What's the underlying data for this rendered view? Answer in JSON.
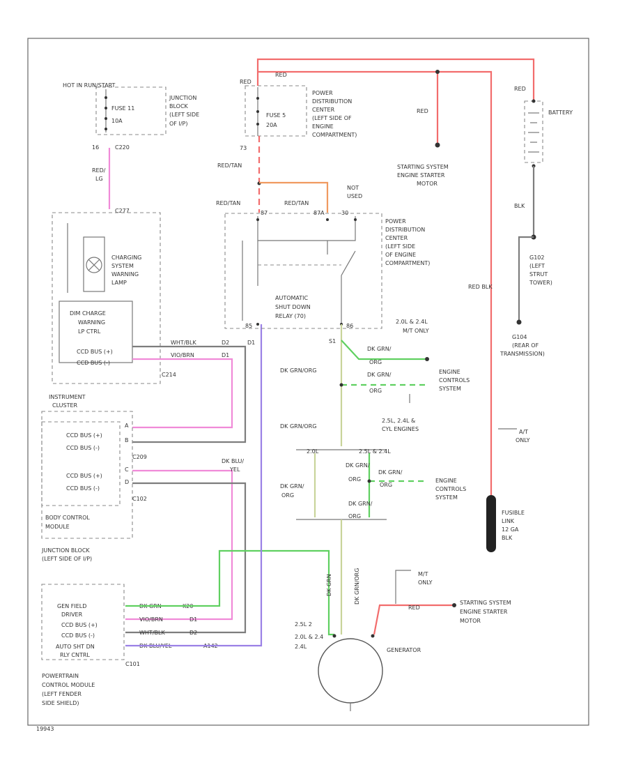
{
  "colors": {
    "red": "#f26c6c",
    "pink": "#f08ad8",
    "violet": "#9a80e6",
    "green": "#5fd060",
    "olive": "#c8d49a",
    "orange": "#f09a60",
    "gray": "#7d7d7d",
    "black": "#222222"
  },
  "labels": {
    "hot_at_all_times": "HOT IN RUN/START",
    "fuse11_a": "FUSE 11",
    "fuse11_b": "10A",
    "jb_title_1": "JUNCTION",
    "jb_title_2": "BLOCK",
    "jb_title_3": "(LEFT SIDE",
    "jb_title_4": "OF I/P)",
    "c220_left": "16",
    "c220": "C220",
    "red_lg_1": "RED/",
    "red_lg_2": "LG",
    "c277": "C277",
    "warning_lamp_1": "CHARGING",
    "warning_lamp_2": "SYSTEM",
    "warning_lamp_3": "WARNING",
    "warning_lamp_4": "LAMP",
    "charge_ctrl_1": "DIM  CHARGE",
    "charge_ctrl_2": "WARNING",
    "charge_ctrl_3": "LP CTRL",
    "ccd_bus_pos": "CCD BUS (+)",
    "ccd_bus_neg": "CCD BUS (-)",
    "c214": "C214",
    "wht_blk_2": "WHT/BLK",
    "wht_blk_2_num": "D2",
    "vio_brn": "VIO/BRN",
    "vio_brn_num": "D1",
    "d1_tap": "D1",
    "ic_1": "INSTRUMENT",
    "ic_2": "CLUSTER",
    "cluster_ccd_pos": "CCD BUS (+)",
    "cluster_ccd_neg": "CCD BUS (-)",
    "c209": "C209",
    "bcm_ccd_pos": "CCD BUS (+)",
    "bcm_ccd_neg": "CCD BUS (-)",
    "c102": "C102",
    "bcm_1": "BODY CONTROL",
    "bcm_2": "MODULE",
    "jb2_1": "JUNCTION BLOCK",
    "jb2_2": "(LEFT SIDE OF I/P)",
    "pin_a": "A",
    "pin_b": "B",
    "pin_c": "C",
    "pin_d": "D",
    "dk_blu_1": "DK BLU/",
    "dk_blu_2": "YEL",
    "fuse5_ab": "FUSE 5",
    "fuse5_b": "20A",
    "red_top": "RED",
    "red_pdc": "RED",
    "pdc1_1": "POWER",
    "pdc1_2": "DISTRIBUTION",
    "pdc1_3": "CENTER",
    "pdc1_4": "(LEFT SIDE OF",
    "pdc1_5": "ENGINE",
    "pdc1_6": "COMPARTMENT)",
    "pin_73": "73",
    "red_tan_1": "RED/TAN",
    "red_tan_2": "RED/TAN",
    "red_tan_3": "RED/TAN",
    "pin_87": "87",
    "pin_87a": "87A",
    "pin_30": "30",
    "pin_85": "85",
    "pin_86": "86",
    "not_used_1": "NOT",
    "not_used_2": "USED",
    "pdc2_1": "POWER",
    "pdc2_2": "DISTRIBUTION",
    "pdc2_3": "CENTER",
    "pdc2_4": "(LEFT SIDE",
    "pdc2_5": "OF ENGINE",
    "pdc2_6": "COMPARTMENT)",
    "asd_1": "AUTOMATIC",
    "asd_2": "SHUT DOWN",
    "asd_3": "RELAY  (70)",
    "red_starter": "RED",
    "starter1_1": "STARTING SYSTEM",
    "starter1_2": "ENGINE STARTER",
    "starter1_3": "MOTOR",
    "red_batt": "RED",
    "battery": "BATTERY",
    "blk": "BLK",
    "g102_1": "G102",
    "g102_2": "(LEFT",
    "g102_3": "STRUT",
    "g102_4": "TOWER)",
    "red_blk": "RED    BLK",
    "g104_1": "G104",
    "g104_2": "(REAR OF",
    "g104_3": "TRANSMISSION)",
    "at_only_1": "A/T",
    "at_only_2": "ONLY",
    "eng_2l": "2.0L & 2.4L",
    "mt_only_top": "M/T ONLY",
    "s1": "S1",
    "dk_grn_org_1": "DK GRN/",
    "dk_grn_org_1b": "ORG",
    "dk_grn_org_2": "DK GRN/ORG",
    "dk_grn_org_3": "DK GRN/",
    "dk_grn_org_3b": "ORG",
    "ecs1_1": "ENGINE",
    "ecs1_2": "CONTROLS",
    "ecs1_3": "SYSTEM",
    "cyl_1": "2.5L, 2.4L &",
    "cyl_2": "CYL ENGINES",
    "dk_grn_org_4": "DK GRN/ORG",
    "eng_split_left": "2.0L",
    "eng_split_right": "2.5L & 2.4L",
    "dk_grn_org_5": "DK GRN/",
    "dk_grn_org_5b": "ORG",
    "dk_grn_org_6": "DK GRN/",
    "dk_grn_org_6b": "ORG",
    "dk_grn_org_7": "DK GRN/",
    "dk_grn_org_7b": "ORG",
    "dk_grn_org_8": "DK GRN/",
    "dk_grn_org_8b": "ORG",
    "ecs2_1": "ENGINE",
    "ecs2_2": "CONTROLS",
    "ecs2_3": "SYSTEM",
    "fusible_1": "FUSIBLE",
    "fusible_2": "LINK",
    "fusible_3": "12 GA",
    "fusible_4": "BLK",
    "gen_field_1": "GEN FIELD",
    "gen_field_2": "DRIVER",
    "pcm_ccd_pos": "CCD BUS (+)",
    "pcm_ccd_neg": "CCD BUS (-)",
    "pcm_asd_1": "AUTO SHT DN",
    "pcm_asd_2": "RLY CNTRL",
    "c101": "C101",
    "pcm_w1": "DK GRN",
    "pcm_w1n": "K20",
    "pcm_w2": "VIO/BRN",
    "pcm_w2n": "D1",
    "pcm_w3": "WHT/BLK",
    "pcm_w3n": "D2",
    "pcm_w4": "DK BLU/YEL",
    "pcm_w4n": "A142",
    "pcm1": "POWERTRAIN",
    "pcm2": "CONTROL MODULE",
    "pcm3": "(LEFT FENDER",
    "pcm4": "SIDE SHIELD)",
    "gen_vert_1": "DK GRN",
    "gen_vert_2": "DK GRN/ORG",
    "gen_eng_1": "2.5L 2",
    "gen_eng_2": "2.0L & 2.4",
    "gen_eng_3": "2.4L",
    "mt_only_gen_1": "M/T",
    "mt_only_gen_2": "ONLY",
    "red_gen": "RED",
    "starter2_1": "STARTING SYSTEM",
    "starter2_2": "ENGINE STARTER",
    "starter2_3": "MOTOR",
    "generator": "GENERATOR",
    "footer": "19943"
  }
}
